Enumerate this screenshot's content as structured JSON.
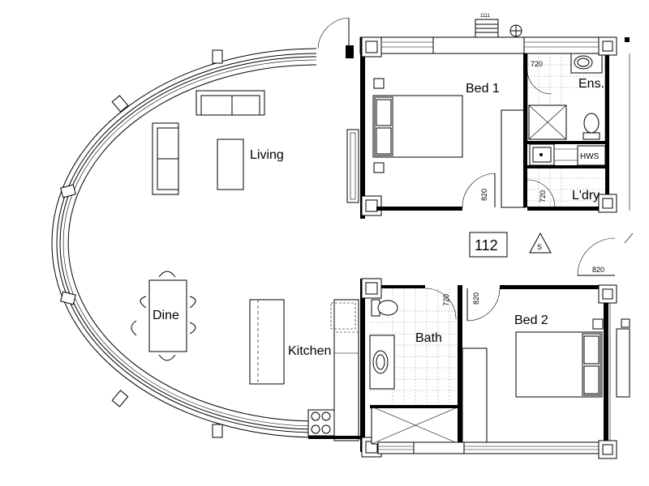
{
  "unit_number": "112",
  "rooms": {
    "bed1": "Bed 1",
    "ens": "Ens.",
    "living": "Living",
    "dine": "Dine",
    "kitchen": "Kitchen",
    "bath": "Bath",
    "bed2": "Bed 2",
    "laundry": "L'dry"
  },
  "fixtures": {
    "hws": "HWS",
    "smoke": "S",
    "top_mark": "1111"
  },
  "dims": {
    "ens_door": "720",
    "bed1_door": "820",
    "ldry_door": "720",
    "corridor_door": "820",
    "bath_door": "720",
    "bed2_door": "820"
  },
  "icons": [
    "smoke-detector-icon",
    "light-fitting-icon",
    "hvac-unit-icon",
    "stove-icon"
  ]
}
